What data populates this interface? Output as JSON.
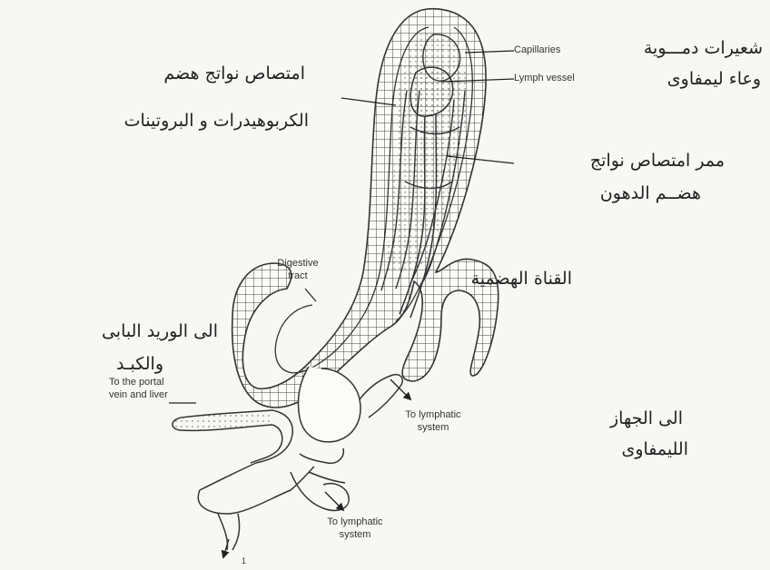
{
  "labels_en": {
    "capillaries": "Capillaries",
    "lymph_vessel": "Lymph vessel",
    "digestive_tract": [
      "Digestive",
      "tract"
    ],
    "portal_vein": [
      "To the portal",
      "vein and liver"
    ],
    "lymphatic_1": [
      "To lymphatic",
      "system"
    ],
    "lymphatic_2": [
      "To lymphatic",
      "system"
    ]
  },
  "labels_ar": {
    "capillaries": "شعيرات دمـــوية",
    "lymph_vessel": "وعاء ليمفاوى",
    "absorb_carbs_1": "امتصاص نواتج هضم",
    "absorb_carbs_2": "الكربوهيدرات و البروتينات",
    "fat_path_1": "ممر امتصاص نواتج",
    "fat_path_2": "هضــم الدهون",
    "digestive_tract": "القناة الهضمية",
    "portal_1": "الى الوريد البابى",
    "portal_2": "والكبـد",
    "lymph_sys_1": "الى الجهاز",
    "lymph_sys_2": "الليمفاوى"
  },
  "page_mark": "1"
}
